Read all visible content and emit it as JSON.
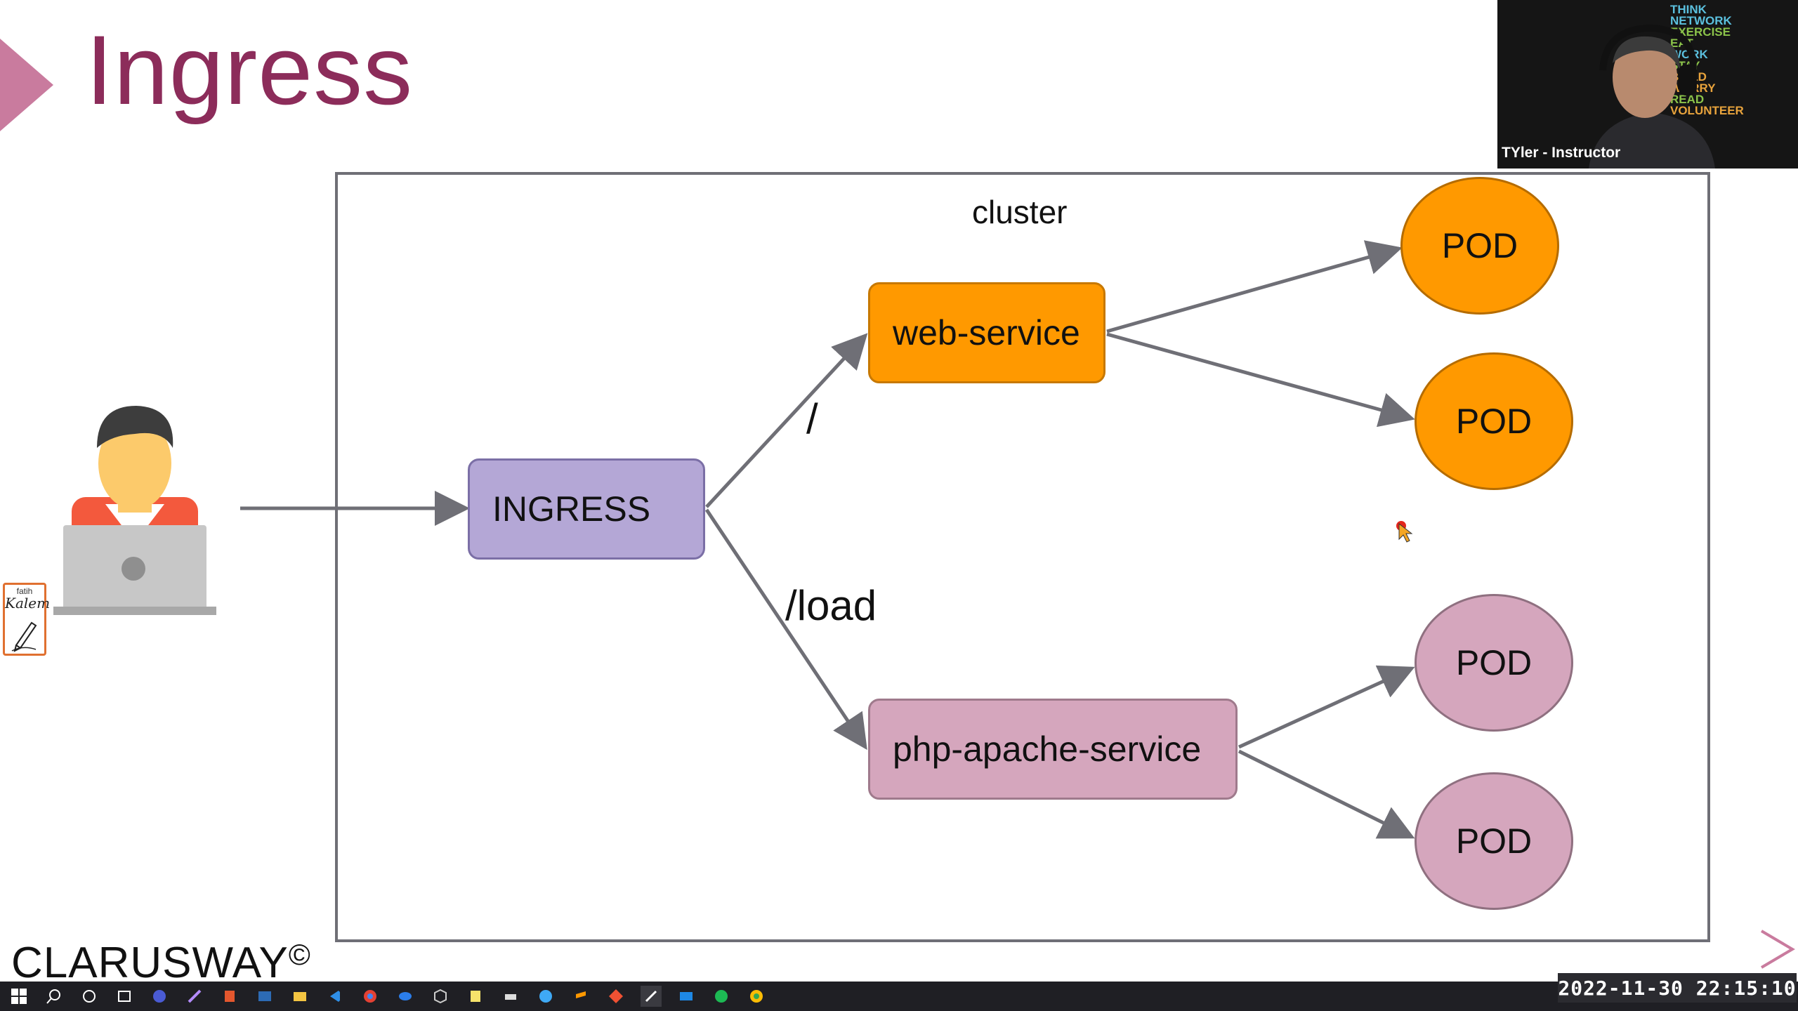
{
  "slide": {
    "title": "Ingress",
    "cluster_label": "cluster",
    "nodes": {
      "ingress": "INGRESS",
      "web_service": "web-service",
      "php_service": "php-apache-service"
    },
    "routes": {
      "root": "/",
      "load": "/load"
    },
    "pods": [
      "POD",
      "POD",
      "POD",
      "POD"
    ],
    "brand": "CLARUSWAY",
    "brand_symbol": "©",
    "tool": {
      "line1": "fatih",
      "line2": "Kalem"
    }
  },
  "video": {
    "participant": "TYler - Instructor",
    "motto": [
      "THINK",
      "NETWORK",
      "EXERCISE",
      "EAT",
      "WORK",
      "STAY",
      "BUILD",
      "WORRY",
      "READ",
      "VOLUNTEER"
    ]
  },
  "taskbar": {
    "icons": [
      "windows-start-icon",
      "search-icon",
      "cortana-icon",
      "task-view-icon",
      "app-icon",
      "feather-icon",
      "office-icon",
      "powershell-icon",
      "file-explorer-icon",
      "vscode-icon",
      "chrome-icon",
      "app-icon",
      "box-icon",
      "notes-icon",
      "network-icon",
      "globe-icon",
      "sublime-icon",
      "git-icon",
      "pen-icon",
      "mail-icon",
      "spotify-icon",
      "chrome-icon"
    ]
  },
  "clock": "2022-11-30 22:15:10",
  "colors": {
    "title": "#8c2c5a",
    "orange": "#ff9900",
    "pink": "#d5a6bd",
    "lavender": "#b4a7d6",
    "arrow": "#6f6f76"
  }
}
